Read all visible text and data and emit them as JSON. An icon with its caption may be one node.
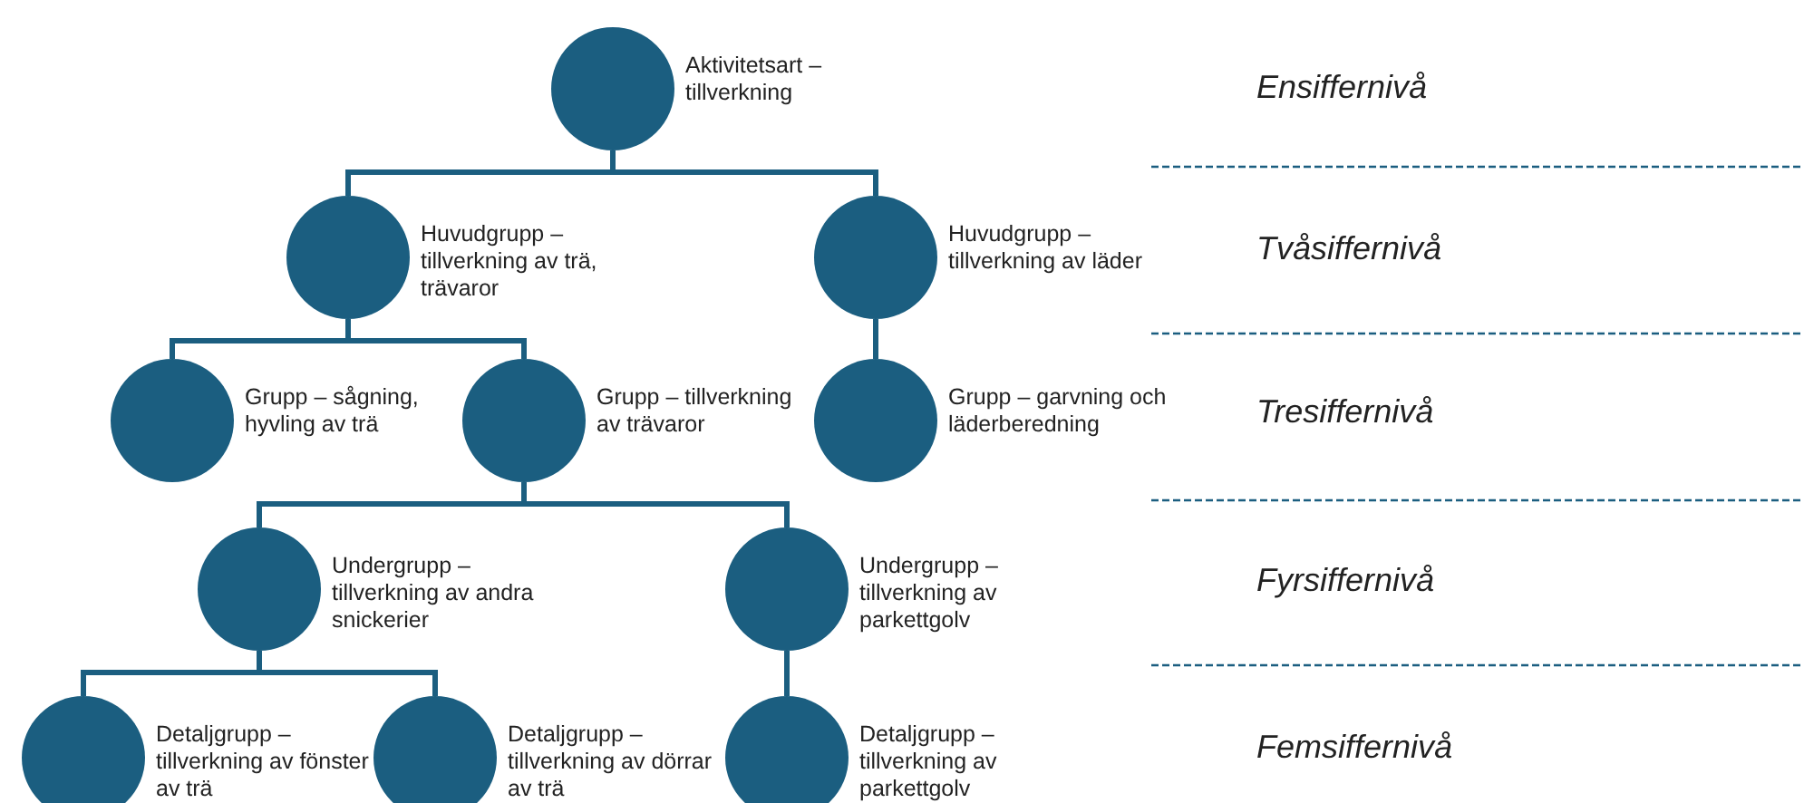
{
  "diagram": {
    "nodes": [
      {
        "text": [
          "Aktivitetsart – tillverkning"
        ]
      },
      {
        "text": [
          "Huvudgrupp – tillverkning av trä, trävaror"
        ]
      },
      {
        "text": [
          "Huvudgrupp – tillverkning av läder"
        ]
      },
      {
        "text": [
          "Grupp – sågning, hyvling av trä"
        ]
      },
      {
        "text": [
          "Grupp – tillverkning av trävaror"
        ]
      },
      {
        "text": [
          "Grupp – garvning och läderberedning"
        ]
      },
      {
        "text": [
          "Undergrupp – tillverkning av andra snickerier"
        ]
      },
      {
        "text": [
          "Undergrupp – tillverkning av parkettgolv"
        ]
      },
      {
        "text": [
          "Detaljgrupp – tillverkning av fönster av trä"
        ]
      },
      {
        "text": [
          "Detaljgrupp – tillverkning av dörrar av trä"
        ]
      },
      {
        "text": [
          "Detaljgrupp – tillverkning av parkettgolv"
        ]
      }
    ],
    "edges": [
      {
        "from": 0,
        "to": 1,
        "arrow": "none"
      },
      {
        "from": 0,
        "to": 2,
        "arrow": "none"
      },
      {
        "from": 1,
        "to": 3,
        "arrow": "none"
      },
      {
        "from": 1,
        "to": 4,
        "arrow": "none"
      },
      {
        "from": 2,
        "to": 5,
        "arrow": "none"
      },
      {
        "from": 4,
        "to": 6,
        "arrow": "none"
      },
      {
        "from": 4,
        "to": 7,
        "arrow": "none"
      },
      {
        "from": 6,
        "to": 8,
        "arrow": "none"
      },
      {
        "from": 6,
        "to": 9,
        "arrow": "none"
      },
      {
        "from": 7,
        "to": 10,
        "arrow": "none"
      }
    ],
    "labels": [
      "Ensiffernivå",
      "Tvåsiffernivå",
      "Tresiffernivå",
      "Fyrsiffernivå",
      "Femsiffernivå"
    ]
  }
}
